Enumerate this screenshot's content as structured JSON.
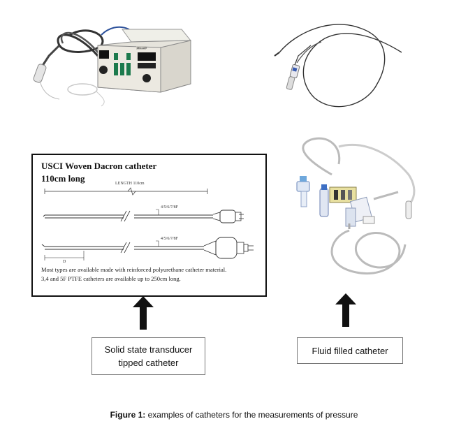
{
  "diagram": {
    "title": "USCI Woven Dacron catheter",
    "subtitle": "110cm long",
    "length_label": "LENGTH 110cm",
    "size_label_1": "4/5/6/7/8F",
    "size_label_2": "4/5/6/7/8F",
    "d_label": "D",
    "note_1": "Most types are available made with reinforced polyurethane catheter material.",
    "note_2": "3,4 and 5F PTFE catheters are available up to 250cm long."
  },
  "captions": {
    "solid_state": "Solid state transducer tipped catheter",
    "fluid_filled": "Fluid filled catheter"
  },
  "figure": {
    "label": "Figure 1:",
    "text": " examples of catheters for the measurements of pressure"
  },
  "device_panel": {
    "brand": "MILLAR"
  }
}
